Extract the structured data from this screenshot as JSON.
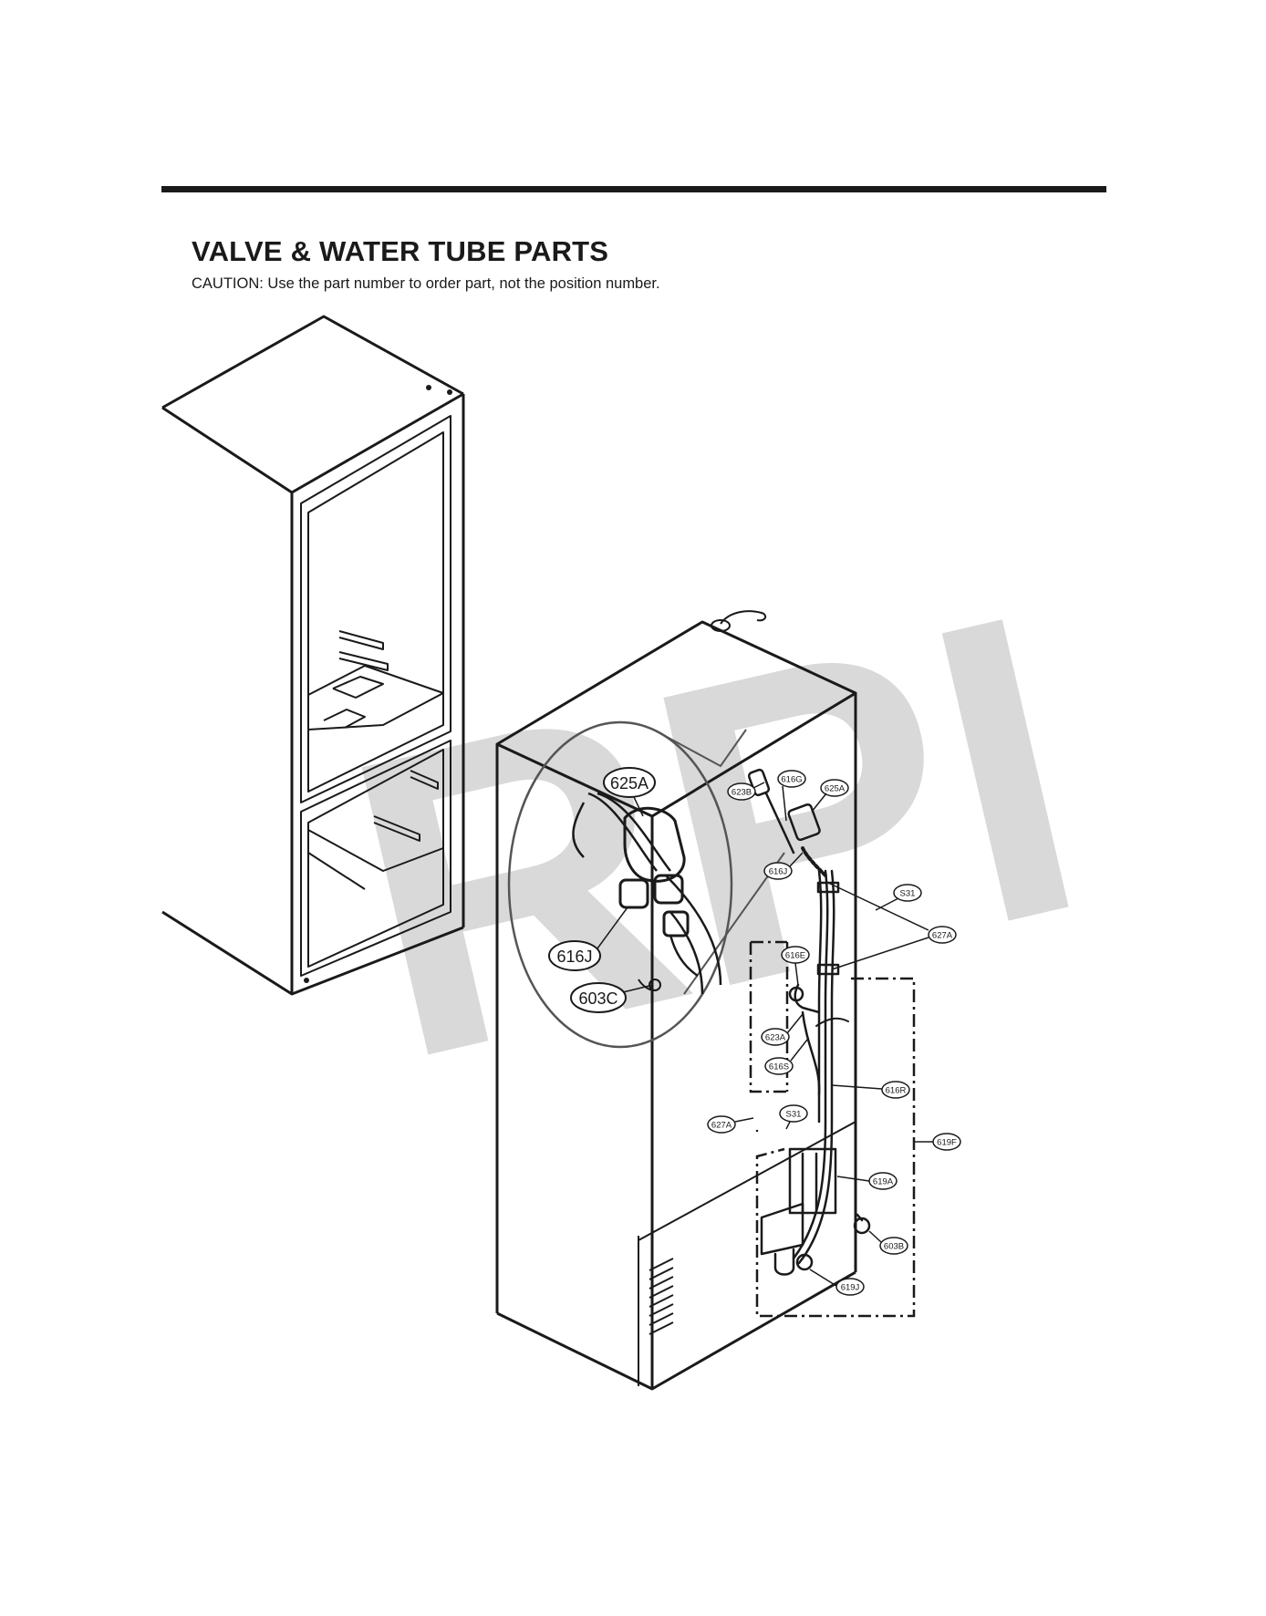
{
  "header": {
    "title": "VALVE & WATER TUBE PARTS",
    "caution": "CAUTION: Use the part number to order part, not the position number."
  },
  "watermark": "RPI",
  "colors": {
    "line": "#1a1a1a",
    "watermark": "#d9d9d9",
    "background": "#ffffff"
  },
  "callouts_detail": [
    {
      "label": "625A"
    },
    {
      "label": "616J"
    },
    {
      "label": "603C"
    }
  ],
  "callouts_main": [
    {
      "label": "616G"
    },
    {
      "label": "625A"
    },
    {
      "label": "623B"
    },
    {
      "label": "616J"
    },
    {
      "label": "S31"
    },
    {
      "label": "627A"
    },
    {
      "label": "616E"
    },
    {
      "label": "623A"
    },
    {
      "label": "616S"
    },
    {
      "label": "616R"
    },
    {
      "label": "627A"
    },
    {
      "label": "S31"
    },
    {
      "label": "619F"
    },
    {
      "label": "619A"
    },
    {
      "label": "603B"
    },
    {
      "label": "619J"
    }
  ]
}
